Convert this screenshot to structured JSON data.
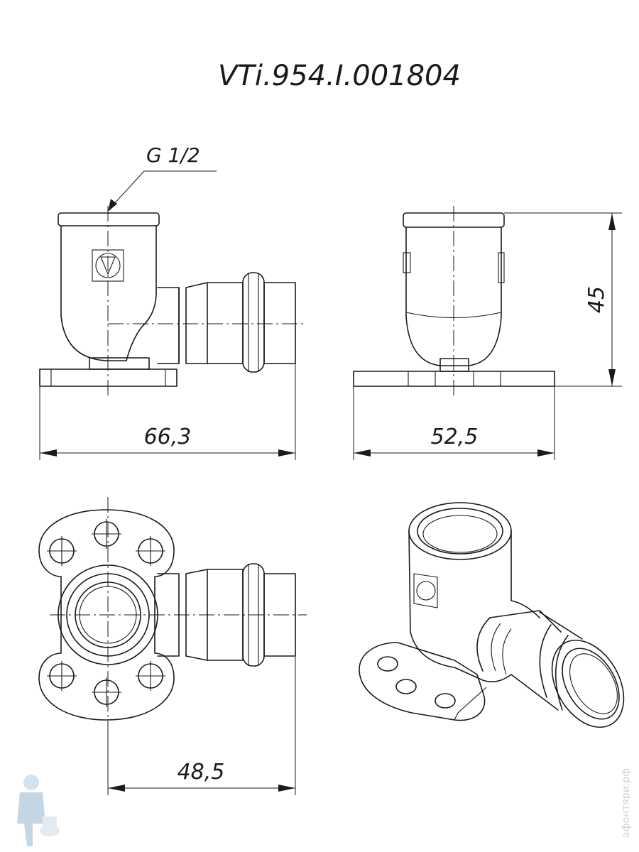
{
  "title": "VTi.954.I.001804",
  "thread_label": "G 1/2",
  "dimensions": {
    "front_width": "66,3",
    "side_width": "52,5",
    "height": "45",
    "top_width": "48,5"
  },
  "watermark": "афонтяри.рф",
  "colors": {
    "line": "#1a1a1a",
    "background": "#ffffff",
    "watermark": "#c9d3dd"
  }
}
